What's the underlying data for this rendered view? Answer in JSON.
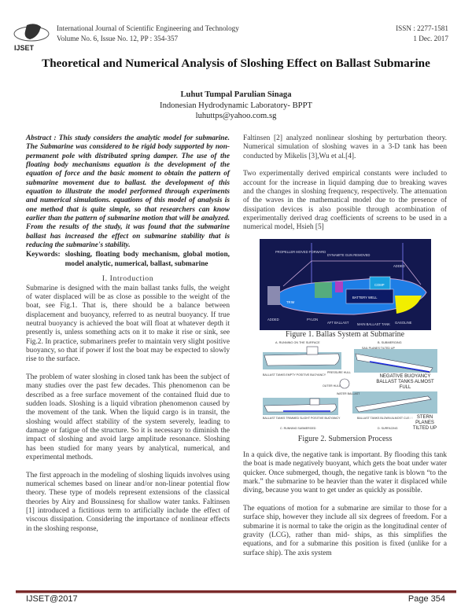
{
  "header": {
    "logo_text": "IJSET",
    "journal": "International Journal of Scientific Engineering and Technology",
    "volume": "Volume No. 6, Issue No. 12, PP : 354-357",
    "issn": "ISSN : 2277-1581",
    "date": "1 Dec. 2017"
  },
  "title": "Theoretical and Numerical Analysis of Sloshing Effect on Ballast Submarine",
  "author": {
    "name": "Luhut Tumpal Parulian Sinaga",
    "affiliation": "Indonesian Hydrodynamic Laboratory- BPPT",
    "email": "luhuttps@yahoo.com.sg"
  },
  "abstract": "Abstract : This study considers the analytic model for submarine. The Submarine was considered to be rigid body supported by non-permanent pole with distributed spring damper. The use of the floating body mechanisms equation is the development of the equation of force and the basic moment to obtain the pattern of submarine movement due to ballast. the development of this equation to illustrate the model performed through experiments and numerical simulations. equations of this model of analysis is one method that is quite simple, so that researchers can know earlier than the pattern of submarine motion that will be analyzed. From the results of the study, it was found that the submarine ballast has increased the effect on submarine stability that is reducing the submarine's stability.",
  "keywords": {
    "label": "Keywords:",
    "text": "sloshing, floating body mechanism, global motion, model analytic, numerical, ballast, submarine"
  },
  "section1": "I.  Introduction",
  "left_paragraphs": [
    "Submarine is designed with the main ballast tanks fulls, the weight of water displaced will be as close as possible to the weight of the boat, see Fig.1. That is, there should be a balance between displacement and buoyancy, referred to as neutral buoyancy. If true neutral buoyancy is achieved the boat will float at whatever depth it presently is, unless something acts on it to make it rise or sink, see Fig.2. In practice, submariners prefer to maintain very slight positive buoyancy, so that if power if lost the boat may be expected to slowly rise to the surface.",
    "The problem of water sloshing in closed tank has been the subject of many studies over the past few decades. This phenomenon can be described as a free surface movement of the contained fluid due to sudden loads. Sloshing is a liquid vibration phenomenon caused by the movement of the tank. When the liquid cargo is in transit, the sloshing would affect stability of the system severely, leading to damage or fatigue of the structure. So it is necessary to diminish the impact of sloshing and avoid large amplitude resonance. Sloshing has been studied  for many years by analytical, numerical, and experimental methods.",
    "The first approach in the modeling of sloshing liquids involves using numerical schemes based on linear and/or non-linear potential flow theory. These type of models represent extensions of the classical theories by Airy and Boussinesq for shallow water tanks. Faltinsen [1] introduced a fictitious term to artificially include the effect of viscous dissipation. Considering the importance of nonlinear effects in the sloshing response,"
  ],
  "right_paragraphs_top": [
    "Faltinsen [2] analyzed nonlinear sloshing by perturbation theory. Numerical simulation of sloshing waves in a 3-D tank has been conducted by Mikelis [3],Wu et al.[4].",
    "Two experimentally derived empirical constants were included to account for the increase in liquid damping due to breaking waves and the changes in sloshing frequency, respectively. The attenuation of the waves in the mathematical model due to the presence of dissipation devices is also possible through acombination of experimentally derived drag coefficients of screens to be used in a numerical model, Hsieh [5]"
  ],
  "figure1": {
    "caption": "Figure 1. Ballas System at Submarine",
    "labels": {
      "propeller": "PROPELLER MOVED FORWARD",
      "gun": "DYNAMITE GUN REMOVED",
      "added_top": "ADDED",
      "comp": "COMP",
      "battery": "BATTERY WELL",
      "trim": "TRIM",
      "added_bottom": "ADDED",
      "pylon": "PYLON",
      "aft_ballast": "AFT BALLAST",
      "main_ballast": "MAIN BALLAST TANK",
      "gasoline": "GASOLINE"
    },
    "colors": {
      "background": "#13184f",
      "tank": "#1e7ee6",
      "gasoline": "#f2ee00",
      "lines": "#c9a7d6"
    }
  },
  "figure2": {
    "caption": "Figure 2. Submersion Process",
    "labels": {
      "a": "A. RUNNING ON THE SURFACE",
      "b": "B. SUBMERGING",
      "sail": "SAIL PLANES TILTED UP",
      "empty": "BALLAST TANKS EMPTY POSITIVE BUOYANCY",
      "pressure": "PRESSURE HULL",
      "outer": "OUTER HULL",
      "water": "WATER BALLAST",
      "negative": "NEGATIVE BUOYANCY BALLAST TANKS ALMOST FULL",
      "trimmed": "BALLAST TANKS TRIMMED SLIGHT POSITIVE BUOYANCY",
      "blown": "BALLAST TANKS BLOWN ALMOST CLEAR",
      "stern": "STERN PLANES TILTED UP",
      "c": "C. RUNNING SUBMERGED",
      "d": "D. SURFACING"
    },
    "colors": {
      "water": "#5f9fb3",
      "ballast": "#1a2be0"
    }
  },
  "right_paragraphs_bottom": [
    "In a quick dive, the negative tank is important. By flooding this tank the boat is made negatively buoyant, which gets the boat under water quicker. Once submerged, though, the negative tank is blown “to the mark.”  the submarine to be heavier than the water it displaced while diving, because you want to get under as quickly as possible.",
    "The equations of motion for a submarine are similar to those for a surface ship, however they include all six degrees of freedom. For a submarine it is normal to take the origin as the longitudinal center of gravity (LCG), rather than mid- ships, as this simplifies the equations, and for a submarine this position is fixed (unlike for a surface ship). The axis system"
  ],
  "footer": {
    "left": "IJSET@2017",
    "right": "Page 354",
    "rule_color": "#7a2a2a"
  }
}
